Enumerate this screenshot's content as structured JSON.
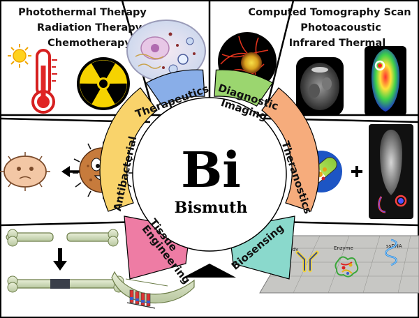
{
  "colors": {
    "therapeutics": "#89aee8",
    "diagnostic": "#9bd66f",
    "theranostics": "#f6ac7c",
    "antibacterial": "#f9d36b",
    "tissue": "#ee7ca4",
    "biosensing": "#8ad9cc"
  },
  "top_left": {
    "titles": [
      "Photothermal Therapy",
      "Radiation Therapy",
      "Chemotherapy"
    ]
  },
  "top_right": {
    "titles": [
      "Computed Tomography Scan",
      "Photoacoustic",
      "Infrared Thermal"
    ]
  },
  "center": {
    "symbol": "Bi",
    "name": "Bismuth"
  },
  "segments": {
    "therapeutics": "Therapeutics",
    "diagnostic_1": "Diagnostic",
    "diagnostic_2": "Imaging",
    "theranostics": "Theranostics",
    "antibacterial": "Antibacterial",
    "tissue_1": "Tissue",
    "tissue_2": "Engineering",
    "biosensing": "Biosensing"
  },
  "biosensing_labels": {
    "antibody": "Antibody",
    "enzyme": "Enzyme",
    "ssdna": "ssDNA"
  },
  "icons": {
    "sun": "sun-icon",
    "thermometer": "thermometer-icon",
    "radiation": "radiation-icon",
    "cell": "cell-icon",
    "plus": "plus-sign",
    "arrow": "arrow-left-icon"
  }
}
